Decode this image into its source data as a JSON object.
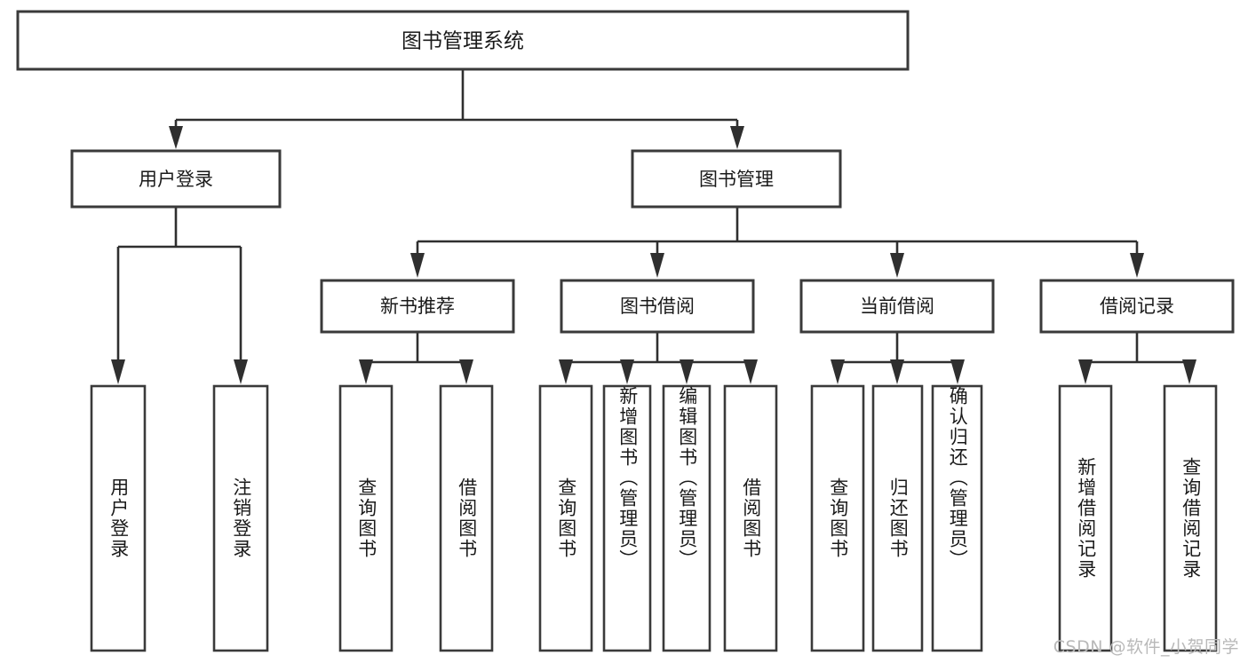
{
  "diagram": {
    "title": "图书管理系统",
    "type": "hierarchy-tree",
    "watermark": "CSDN @软件_小贺同学",
    "colors": {
      "box_stroke": "#3a3a3a",
      "connector": "#2f2f2f",
      "box_fill": "#ffffff",
      "page_background": "#ffffff",
      "watermark_text": "#b9b9b9",
      "label_text": "#1a1a1a"
    },
    "root": {
      "label": "图书管理系统"
    },
    "level2": [
      {
        "label": "用户登录"
      },
      {
        "label": "图书管理"
      }
    ],
    "level3": [
      {
        "label": "新书推荐"
      },
      {
        "label": "图书借阅"
      },
      {
        "label": "当前借阅"
      },
      {
        "label": "借阅记录"
      }
    ],
    "leaves": {
      "user_login": [
        {
          "label": "用户登录"
        },
        {
          "label": "注销登录"
        }
      ],
      "new_book_recommend": [
        {
          "label": "查询图书"
        },
        {
          "label": "借阅图书"
        }
      ],
      "book_borrow": [
        {
          "label": "查询图书"
        },
        {
          "label": "新增图书（管理员）"
        },
        {
          "label": "编辑图书（管理员）"
        },
        {
          "label": "借阅图书"
        }
      ],
      "current_borrow": [
        {
          "label": "查询图书"
        },
        {
          "label": "归还图书"
        },
        {
          "label": "确认归还（管理员）"
        }
      ],
      "borrow_record": [
        {
          "label": "新增借阅记录"
        },
        {
          "label": "查询借阅记录"
        }
      ]
    }
  }
}
